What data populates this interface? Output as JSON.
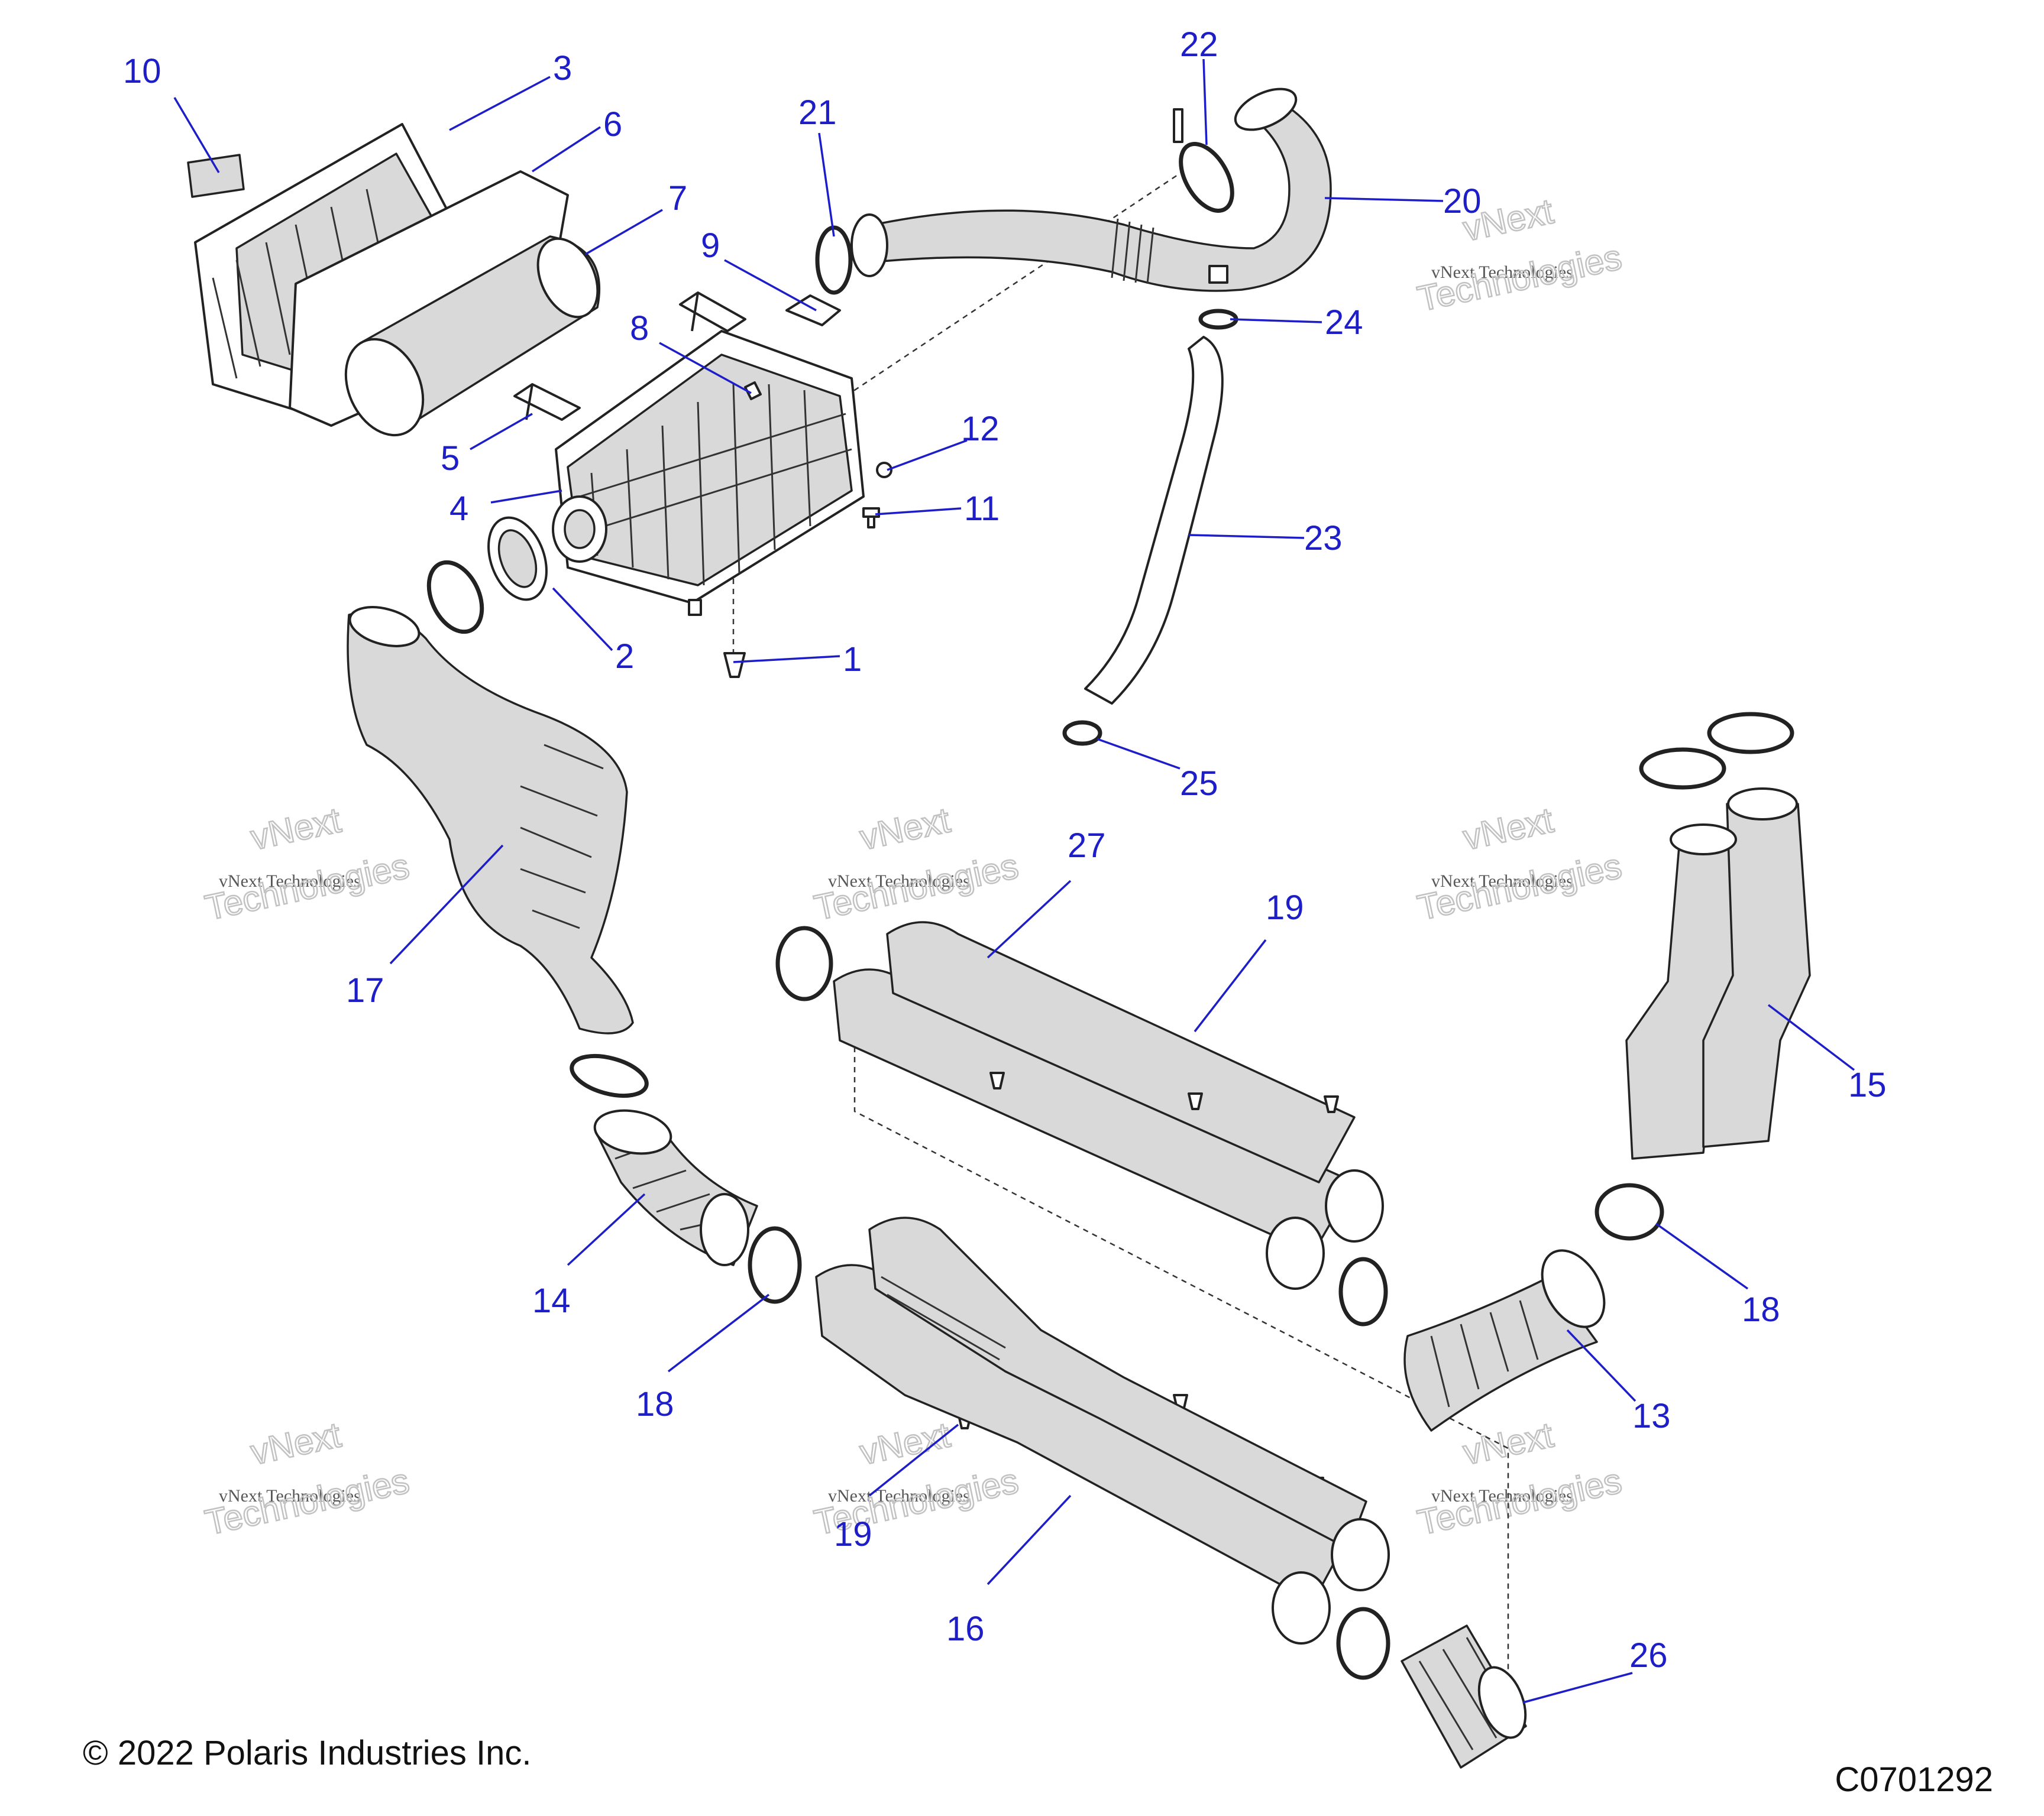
{
  "diagram": {
    "callouts": [
      {
        "id": "callout-1",
        "label": "1"
      },
      {
        "id": "callout-2",
        "label": "2"
      },
      {
        "id": "callout-3",
        "label": "3"
      },
      {
        "id": "callout-4",
        "label": "4"
      },
      {
        "id": "callout-5",
        "label": "5"
      },
      {
        "id": "callout-6",
        "label": "6"
      },
      {
        "id": "callout-7",
        "label": "7"
      },
      {
        "id": "callout-8",
        "label": "8"
      },
      {
        "id": "callout-9",
        "label": "9"
      },
      {
        "id": "callout-10",
        "label": "10"
      },
      {
        "id": "callout-11",
        "label": "11"
      },
      {
        "id": "callout-12",
        "label": "12"
      },
      {
        "id": "callout-13",
        "label": "13"
      },
      {
        "id": "callout-14",
        "label": "14"
      },
      {
        "id": "callout-15",
        "label": "15"
      },
      {
        "id": "callout-16",
        "label": "16"
      },
      {
        "id": "callout-17",
        "label": "17"
      },
      {
        "id": "callout-18a",
        "label": "18"
      },
      {
        "id": "callout-18b",
        "label": "18"
      },
      {
        "id": "callout-19a",
        "label": "19"
      },
      {
        "id": "callout-19b",
        "label": "19"
      },
      {
        "id": "callout-20",
        "label": "20"
      },
      {
        "id": "callout-21",
        "label": "21"
      },
      {
        "id": "callout-22",
        "label": "22"
      },
      {
        "id": "callout-23",
        "label": "23"
      },
      {
        "id": "callout-24",
        "label": "24"
      },
      {
        "id": "callout-25",
        "label": "25"
      },
      {
        "id": "callout-26",
        "label": "26"
      },
      {
        "id": "callout-27",
        "label": "27"
      }
    ],
    "watermark": {
      "line1": "vNext Technologies",
      "line2": "Technologies",
      "line3": "vNext"
    },
    "footer": {
      "copyright": "© 2022 Polaris Industries Inc.",
      "code": "C0701292"
    },
    "accent_color": "#1e1ec8"
  }
}
